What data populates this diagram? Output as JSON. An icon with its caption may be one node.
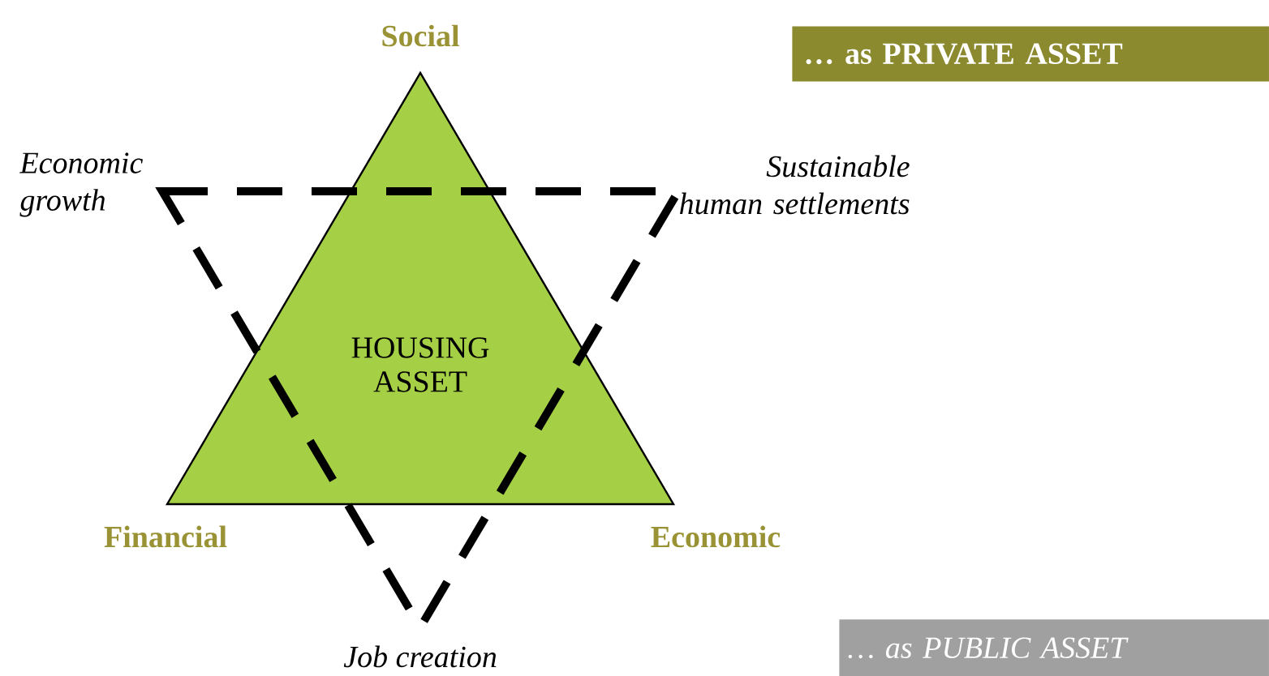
{
  "diagram": {
    "nodes": [
      {
        "text": [
          "HOUSING ASSET"
        ]
      },
      {
        "text": [],
        "shape": "triangle"
      },
      {
        "text": [
          "… as PRIVATE ASSET"
        ]
      },
      {
        "text": [
          "… as PUBLIC ASSET"
        ]
      }
    ],
    "labels": [
      "Social",
      "Economic growth",
      "Sustainable human settlements",
      "Financial",
      "Economic",
      "Job creation"
    ]
  }
}
